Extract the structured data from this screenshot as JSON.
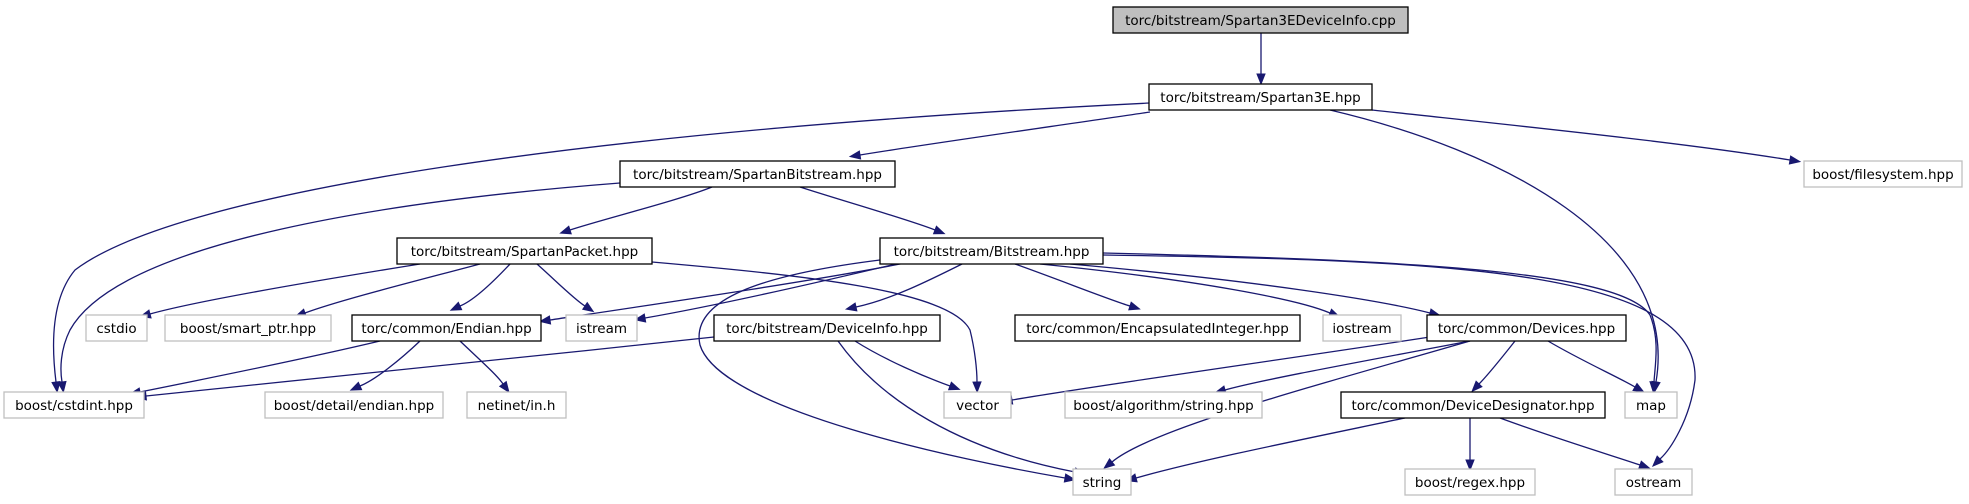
{
  "colors": {
    "edge": "#191970",
    "root_fill": "#bfbfbf",
    "local_border": "#000000",
    "system_border": "#bfbfbf",
    "system_text": "#404040"
  },
  "nodes": [
    {
      "id": "n0",
      "label": "torc/bitstream/Spartan3EDeviceInfo.cpp",
      "kind": "root"
    },
    {
      "id": "n1",
      "label": "torc/bitstream/Spartan3E.hpp",
      "kind": "local"
    },
    {
      "id": "n2",
      "label": "torc/bitstream/SpartanBitstream.hpp",
      "kind": "local"
    },
    {
      "id": "n3",
      "label": "boost/filesystem.hpp",
      "kind": "system"
    },
    {
      "id": "n4",
      "label": "torc/bitstream/SpartanPacket.hpp",
      "kind": "local"
    },
    {
      "id": "n5",
      "label": "torc/bitstream/Bitstream.hpp",
      "kind": "local"
    },
    {
      "id": "n6",
      "label": "cstdio",
      "kind": "system"
    },
    {
      "id": "n7",
      "label": "boost/smart_ptr.hpp",
      "kind": "system"
    },
    {
      "id": "n8",
      "label": "torc/common/Endian.hpp",
      "kind": "local"
    },
    {
      "id": "n9",
      "label": "istream",
      "kind": "system"
    },
    {
      "id": "n10",
      "label": "torc/bitstream/DeviceInfo.hpp",
      "kind": "local"
    },
    {
      "id": "n11",
      "label": "torc/common/EncapsulatedInteger.hpp",
      "kind": "local"
    },
    {
      "id": "n12",
      "label": "iostream",
      "kind": "system"
    },
    {
      "id": "n13",
      "label": "torc/common/Devices.hpp",
      "kind": "local"
    },
    {
      "id": "n14",
      "label": "boost/cstdint.hpp",
      "kind": "system"
    },
    {
      "id": "n15",
      "label": "boost/detail/endian.hpp",
      "kind": "system"
    },
    {
      "id": "n16",
      "label": "netinet/in.h",
      "kind": "system"
    },
    {
      "id": "n17",
      "label": "vector",
      "kind": "system"
    },
    {
      "id": "n18",
      "label": "boost/algorithm/string.hpp",
      "kind": "system"
    },
    {
      "id": "n19",
      "label": "torc/common/DeviceDesignator.hpp",
      "kind": "local"
    },
    {
      "id": "n20",
      "label": "map",
      "kind": "system"
    },
    {
      "id": "n21",
      "label": "string",
      "kind": "system"
    },
    {
      "id": "n22",
      "label": "boost/regex.hpp",
      "kind": "system"
    },
    {
      "id": "n23",
      "label": "ostream",
      "kind": "system"
    }
  ],
  "edges": [
    [
      "n0",
      "n1"
    ],
    [
      "n1",
      "n2"
    ],
    [
      "n1",
      "n3"
    ],
    [
      "n1",
      "n14"
    ],
    [
      "n1",
      "n20"
    ],
    [
      "n2",
      "n4"
    ],
    [
      "n2",
      "n5"
    ],
    [
      "n2",
      "n14"
    ],
    [
      "n4",
      "n6"
    ],
    [
      "n4",
      "n7"
    ],
    [
      "n4",
      "n8"
    ],
    [
      "n4",
      "n9"
    ],
    [
      "n4",
      "n17"
    ],
    [
      "n5",
      "n8"
    ],
    [
      "n5",
      "n9"
    ],
    [
      "n5",
      "n10"
    ],
    [
      "n5",
      "n11"
    ],
    [
      "n5",
      "n12"
    ],
    [
      "n5",
      "n13"
    ],
    [
      "n5",
      "n20"
    ],
    [
      "n5",
      "n21"
    ],
    [
      "n5",
      "n23"
    ],
    [
      "n8",
      "n14"
    ],
    [
      "n8",
      "n15"
    ],
    [
      "n8",
      "n16"
    ],
    [
      "n10",
      "n14"
    ],
    [
      "n10",
      "n17"
    ],
    [
      "n10",
      "n21"
    ],
    [
      "n13",
      "n17"
    ],
    [
      "n13",
      "n18"
    ],
    [
      "n13",
      "n19"
    ],
    [
      "n13",
      "n20"
    ],
    [
      "n13",
      "n21"
    ],
    [
      "n19",
      "n21"
    ],
    [
      "n19",
      "n22"
    ],
    [
      "n19",
      "n23"
    ]
  ]
}
